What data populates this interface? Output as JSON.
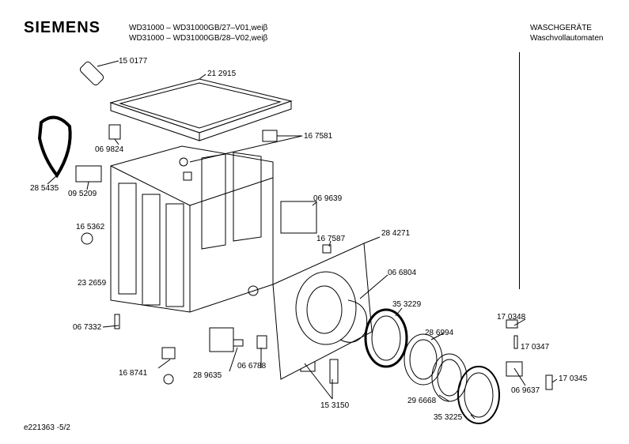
{
  "header": {
    "brand": "SIEMENS",
    "model_line_1": "WD31000 – WD31000GB/27–V01,weiβ",
    "model_line_2": "WD31000 – WD31000GB/28–V02,weiβ",
    "category_1": "WASCHGERÄTE",
    "category_2": "Waschvollautomaten"
  },
  "footer": {
    "ref": "e221363  -5/2"
  },
  "parts": {
    "p150177": "15 0177",
    "p212915": "21 2915",
    "p069824": "06 9824",
    "p167581": "16 7581",
    "p285435": "28 5435",
    "p095209": "09 5209",
    "p069639": "06 9639",
    "p165362": "16 5362",
    "p167587": "16 7587",
    "p284271": "28 4271",
    "p066804": "06 6804",
    "p232659": "23 2659",
    "p353229": "35 3229",
    "p067332": "06 7332",
    "p286994": "28 6994",
    "p170348": "17 0348",
    "p170347": "17 0347",
    "p168741": "16 8741",
    "p289635": "28 9635",
    "p066788": "06 6788",
    "p296668": "29 6668",
    "p069637": "06 9637",
    "p170345": "17 0345",
    "p153150": "15 3150",
    "p353225": "35 3225"
  }
}
